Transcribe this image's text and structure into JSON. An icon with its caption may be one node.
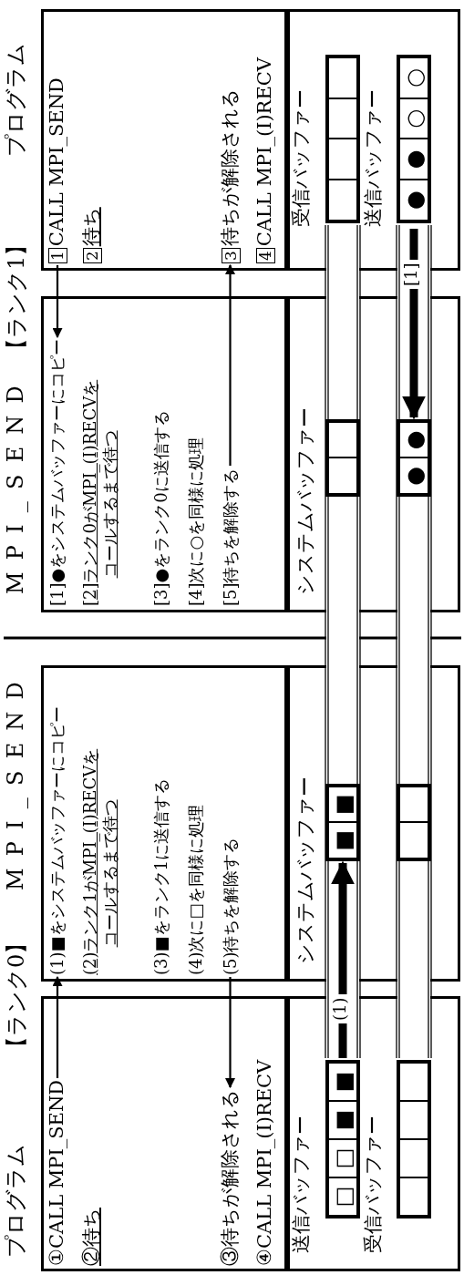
{
  "diagram": {
    "nodes": [
      {
        "text": [
          "プログラム"
        ]
      },
      {
        "text": [
          "①CALL MPI_SEND"
        ],
        "in": 0
      },
      {
        "text": [
          "②待ち"
        ],
        "in": 0
      },
      {
        "text": [
          "③待ちが解除される"
        ],
        "in": 0
      },
      {
        "text": [
          "④CALL MPI_(I)RECV"
        ],
        "in": 0
      },
      {
        "text": [
          "MPI_SEND"
        ]
      },
      {
        "text": [
          "(1)■をシステムバッファーにコピー"
        ],
        "in": 5
      },
      {
        "text": [
          "(2)ランク1がMPI_(I)RECVをコールするまで待つ"
        ],
        "in": 5
      },
      {
        "text": [
          "(3)■をランク1に送信する"
        ],
        "in": 5
      },
      {
        "text": [
          "(4)次に□を同様に処理"
        ],
        "in": 5
      },
      {
        "text": [
          "(5)待ちを解除する"
        ],
        "in": 5
      },
      {
        "text": [
          "送信バッファー"
        ]
      },
      {
        "text": [
          "□"
        ],
        "in": 11
      },
      {
        "text": [
          "□"
        ],
        "in": 11
      },
      {
        "text": [
          "■"
        ],
        "in": 11
      },
      {
        "text": [
          "■"
        ],
        "in": 11
      },
      {
        "text": [
          "受信バッファー"
        ]
      },
      {
        "text": [],
        "shape": "box",
        "in": 16
      },
      {
        "text": [],
        "shape": "box",
        "in": 16
      },
      {
        "text": [],
        "shape": "box",
        "in": 16
      },
      {
        "text": [],
        "shape": "box",
        "in": 16
      },
      {
        "text": [
          "システムバッファー"
        ]
      },
      {
        "text": [],
        "shape": "box",
        "in": 21
      },
      {
        "text": [
          "■"
        ],
        "in": 22
      },
      {
        "text": [
          "■"
        ],
        "in": 22
      },
      {
        "text": [],
        "shape": "box",
        "in": 21
      },
      {
        "text": [],
        "shape": "box",
        "in": 25
      },
      {
        "text": [],
        "shape": "box",
        "in": 25
      },
      {
        "text": [
          "MPI_SEND"
        ]
      },
      {
        "text": [
          "[1]●をシステムバッファーにコピー"
        ],
        "in": 28
      },
      {
        "text": [
          "[2]ランク0がMPI_(I)RECVをコールするまで待つ"
        ],
        "in": 28
      },
      {
        "text": [
          "[3]●をランク0に送信する"
        ],
        "in": 28
      },
      {
        "text": [
          "[4]次に○を同様に処理"
        ],
        "in": 28
      },
      {
        "text": [
          "[5]待ちを解除する"
        ],
        "in": 28
      },
      {
        "text": [
          "システムバッファー"
        ]
      },
      {
        "text": [],
        "shape": "box",
        "in": 34
      },
      {
        "text": [],
        "shape": "box",
        "in": 35
      },
      {
        "text": [],
        "shape": "box",
        "in": 35
      },
      {
        "text": [],
        "shape": "box",
        "in": 34
      },
      {
        "text": [
          "●"
        ],
        "in": 38
      },
      {
        "text": [
          "●"
        ],
        "in": 38
      },
      {
        "text": [
          "プログラム"
        ]
      },
      {
        "text": [
          "1CALL MPI_SEND"
        ],
        "in": 41
      },
      {
        "text": [
          "2待ち"
        ],
        "in": 41
      },
      {
        "text": [
          "3待ちが解除される"
        ],
        "in": 41
      },
      {
        "text": [
          "4CALL MPI_(I)RECV"
        ],
        "in": 41
      },
      {
        "text": [
          "受信バッファー"
        ]
      },
      {
        "text": [],
        "shape": "box",
        "in": 46
      },
      {
        "text": [],
        "shape": "box",
        "in": 46
      },
      {
        "text": [],
        "shape": "box",
        "in": 46
      },
      {
        "text": [],
        "shape": "box",
        "in": 46
      },
      {
        "text": [
          "送信バッファー"
        ]
      },
      {
        "text": [
          "●"
        ],
        "in": 51
      },
      {
        "text": [
          "●"
        ],
        "in": 51
      },
      {
        "text": [
          "○"
        ],
        "in": 51
      },
      {
        "text": [
          "○"
        ],
        "in": 51
      }
    ],
    "edges": [
      {
        "from": 1,
        "to": 6,
        "arrow": "to"
      },
      {
        "from": 10,
        "to": 3,
        "arrow": "to"
      },
      {
        "from": 11,
        "to": 22,
        "arrow": "to",
        "label": "(1)",
        "style": "thick"
      },
      {
        "from": 42,
        "to": 29,
        "arrow": "to"
      },
      {
        "from": 33,
        "to": 44,
        "arrow": "to"
      },
      {
        "from": 51,
        "to": 38,
        "arrow": "to",
        "label": "[1]",
        "style": "thick"
      }
    ],
    "labels": [
      "【ランク0】",
      "【ランク1】"
    ]
  }
}
